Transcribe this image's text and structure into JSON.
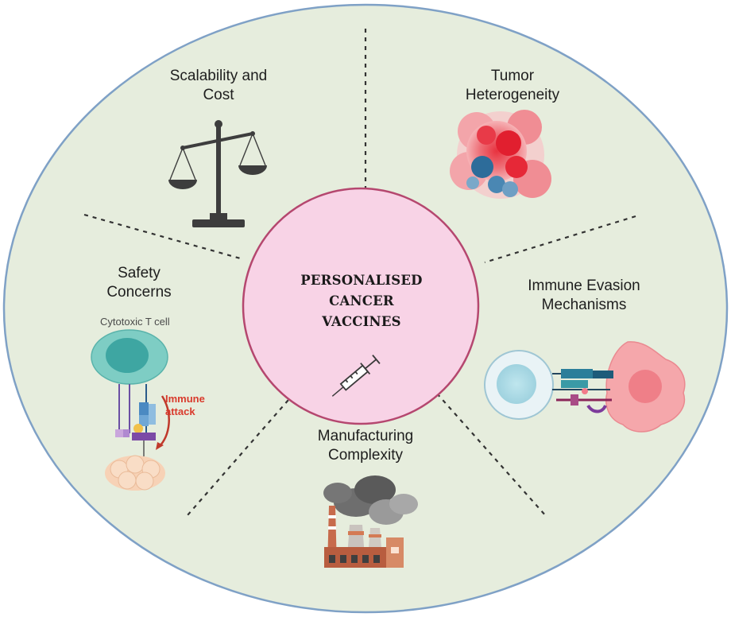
{
  "center": {
    "title_lines": [
      "PERSONALISED",
      "CANCER",
      "VACCINES"
    ],
    "icon": "syringe-icon"
  },
  "segments": [
    {
      "id": "scalability",
      "title_lines": [
        "Scalability and",
        "Cost"
      ],
      "icon": "balance-scale-icon"
    },
    {
      "id": "tumor",
      "title_lines": [
        "Tumor",
        "Heterogeneity"
      ],
      "icon": "tumor-cell-cluster-icon"
    },
    {
      "id": "immune-evasion",
      "title_lines": [
        "Immune Evasion",
        "Mechanisms"
      ],
      "icon": "t-cell-tumor-interaction-icon"
    },
    {
      "id": "manufacturing",
      "title_lines": [
        "Manufacturing",
        "Complexity"
      ],
      "icon": "factory-icon"
    },
    {
      "id": "safety",
      "title_lines": [
        "Safety",
        "Concerns"
      ],
      "icon": "cytotoxic-t-cell-icon",
      "cell_label": "Cytotoxic T cell",
      "attack_lines": [
        "Immune",
        "attack"
      ]
    }
  ],
  "colors": {
    "outer_fill": "#e6eddd",
    "outer_stroke": "#7fa1c6",
    "center_fill": "#f8d3e6",
    "center_stroke": "#b5476f",
    "divider": "#333333",
    "attack_text": "#d93a2c"
  }
}
